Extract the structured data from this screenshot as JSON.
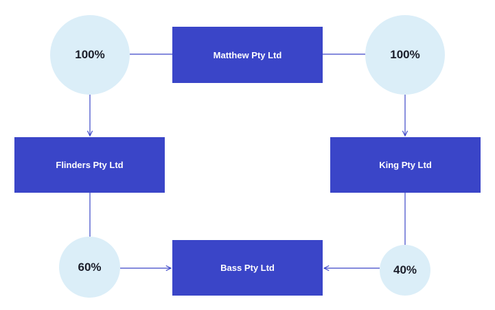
{
  "entities": {
    "matthew": "Matthew Pty Ltd",
    "flinders": "Flinders Pty Ltd",
    "king": "King Pty Ltd",
    "bass": "Bass Pty Ltd"
  },
  "ownership": {
    "matthew_to_flinders": "100%",
    "matthew_to_king": "100%",
    "flinders_to_bass": "60%",
    "king_to_bass": "40%"
  },
  "colors": {
    "entity_fill": "#3a45c8",
    "share_fill": "#dbeef8",
    "connector": "#3a45c8"
  }
}
